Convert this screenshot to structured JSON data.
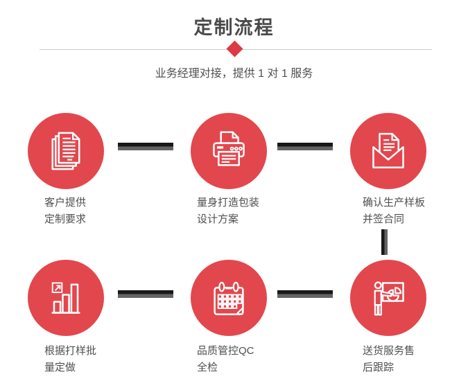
{
  "header": {
    "title": "定制流程",
    "subtitle": "业务经理对接，提供 1 对 1 服务"
  },
  "colors": {
    "accent": "#e2474d",
    "diamond": "#dd3a43",
    "title_text": "#4a4a4a",
    "body_text": "#4f4f4f",
    "connector_dark": "#181818",
    "connector_gray": "#636363",
    "divider": "#cccccc"
  },
  "steps": [
    {
      "icon": "stacked-documents-icon",
      "label_line1": "客户提供",
      "label_line2": "定制要求"
    },
    {
      "icon": "printer-icon",
      "label_line1": "量身打造包装",
      "label_line2": "设计方案"
    },
    {
      "icon": "open-envelope-icon",
      "label_line1": "确认生产样板",
      "label_line2": "并签合同"
    },
    {
      "icon": "bar-chart-growth-icon",
      "label_line1": "根据打样批",
      "label_line2": "量定做"
    },
    {
      "icon": "calendar-icon",
      "label_line1": "品质管控QC",
      "label_line2": "全检"
    },
    {
      "icon": "presentation-icon",
      "label_line1": "送货服务售",
      "label_line2": "后跟踪"
    }
  ]
}
